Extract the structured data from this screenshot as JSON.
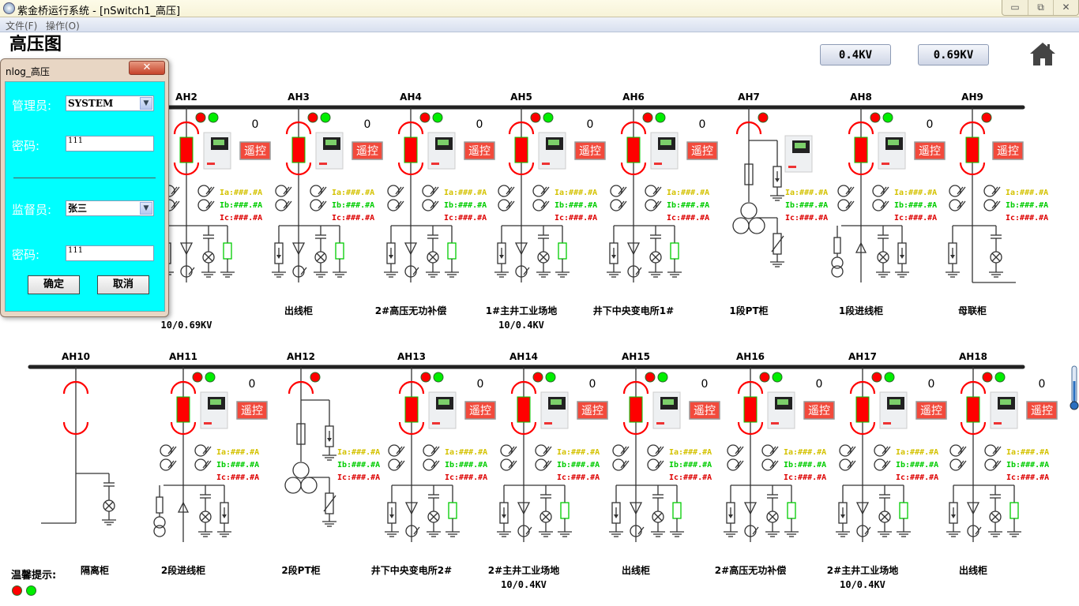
{
  "window": {
    "title": "紫金桥运行系统 - [nSwitch1_高压]",
    "controls": [
      "▭",
      "⧉",
      "✕"
    ]
  },
  "menu": [
    "文件(F)",
    "操作(O)"
  ],
  "page_title": "高压图",
  "kv_buttons": [
    "0.4KV",
    "0.69KV"
  ],
  "legend": {
    "label": "温馨提示:",
    "colors": [
      "#ff0000",
      "#00ee00"
    ]
  },
  "remote_label": "遥控",
  "meter": {
    "ia": "Ia:###.#A",
    "ib": "Ib:###.#A",
    "ic": "Ic:###.#A",
    "colors": {
      "ia": "#d4c200",
      "ib": "#00cc00",
      "ic": "#dd0000"
    }
  },
  "rows": [
    {
      "cabinets": [
        {
          "id": "AH2",
          "name": "",
          "sub": "10/0.69KV",
          "lights": [
            "red",
            "green"
          ],
          "value": "0",
          "remote": true,
          "type": "feeder"
        },
        {
          "id": "AH3",
          "name": "出线柜",
          "sub": "",
          "lights": [
            "red",
            "green"
          ],
          "value": "0",
          "remote": true,
          "type": "feeder"
        },
        {
          "id": "AH4",
          "name": "2#高压无功补偿",
          "sub": "",
          "lights": [
            "red",
            "green"
          ],
          "value": "0",
          "remote": true,
          "type": "feeder"
        },
        {
          "id": "AH5",
          "name": "1#主井工业场地",
          "sub": "10/0.4KV",
          "lights": [
            "red",
            "green"
          ],
          "value": "0",
          "remote": true,
          "type": "feeder"
        },
        {
          "id": "AH6",
          "name": "井下中央变电所1#",
          "sub": "",
          "lights": [
            "red",
            "green"
          ],
          "value": "0",
          "remote": true,
          "type": "feeder"
        },
        {
          "id": "AH7",
          "name": "1段PT柜",
          "sub": "",
          "lights": [
            "red"
          ],
          "value": "",
          "remote": false,
          "type": "pt",
          "device": true
        },
        {
          "id": "AH8",
          "name": "1段进线柜",
          "sub": "",
          "lights": [
            "red",
            "green"
          ],
          "value": "0",
          "remote": true,
          "type": "incoming"
        },
        {
          "id": "AH9",
          "name": "母联柜",
          "sub": "",
          "lights": [
            "red"
          ],
          "value": "",
          "remote": true,
          "type": "bustie"
        }
      ]
    },
    {
      "cabinets": [
        {
          "id": "AH10",
          "name": "隔离柜",
          "sub": "",
          "lights": [],
          "value": "",
          "remote": false,
          "type": "isolation"
        },
        {
          "id": "AH11",
          "name": "2段进线柜",
          "sub": "",
          "lights": [
            "red",
            "green"
          ],
          "value": "0",
          "remote": true,
          "type": "incoming"
        },
        {
          "id": "AH12",
          "name": "2段PT柜",
          "sub": "",
          "lights": [
            "red"
          ],
          "value": "",
          "remote": false,
          "type": "pt",
          "device": false
        },
        {
          "id": "AH13",
          "name": "井下中央变电所2#",
          "sub": "",
          "lights": [
            "red",
            "green"
          ],
          "value": "0",
          "remote": true,
          "type": "feeder"
        },
        {
          "id": "AH14",
          "name": "2#主井工业场地",
          "sub": "10/0.4KV",
          "lights": [
            "red",
            "green"
          ],
          "value": "0",
          "remote": true,
          "type": "feeder"
        },
        {
          "id": "AH15",
          "name": "出线柜",
          "sub": "",
          "lights": [
            "red",
            "green"
          ],
          "value": "0",
          "remote": true,
          "type": "feeder"
        },
        {
          "id": "AH16",
          "name": "2#高压无功补偿",
          "sub": "",
          "lights": [
            "red",
            "green"
          ],
          "value": "0",
          "remote": true,
          "type": "feeder"
        },
        {
          "id": "AH17",
          "name": "2#主井工业场地",
          "sub": "10/0.4KV",
          "lights": [
            "red",
            "green"
          ],
          "value": "0",
          "remote": true,
          "type": "feeder"
        },
        {
          "id": "AH18",
          "name": "出线柜",
          "sub": "",
          "lights": [
            "red",
            "green"
          ],
          "value": "0",
          "remote": true,
          "type": "feeder"
        }
      ]
    }
  ],
  "dialog": {
    "title": "nlog_高压",
    "close": "✕",
    "admin_label": "管理员:",
    "admin_value": "SYSTEM",
    "password_label": "密码:",
    "admin_password": "111",
    "supervisor_label": "监督员:",
    "supervisor_value": "张三",
    "supervisor_password": "111",
    "ok": "确定",
    "cancel": "取消"
  }
}
